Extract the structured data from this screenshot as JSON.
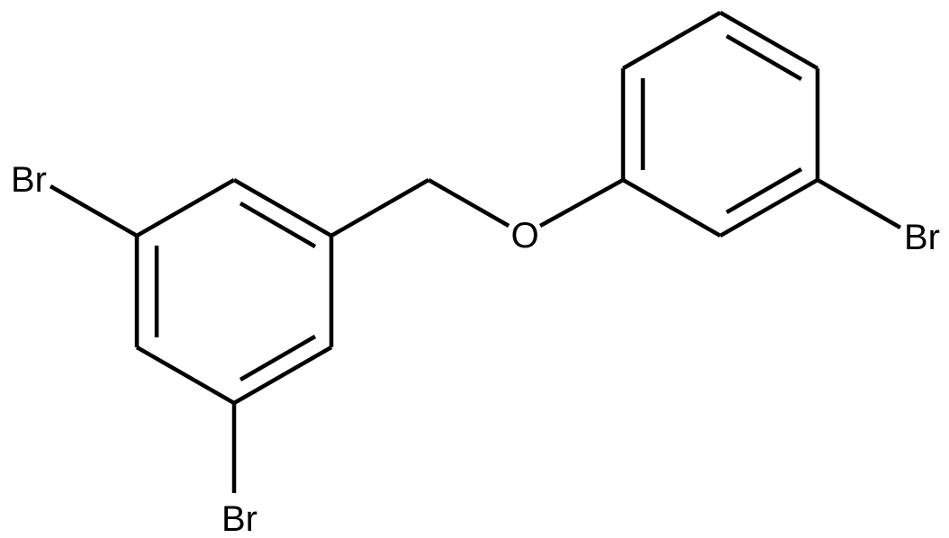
{
  "colors": {
    "background": "#ffffff",
    "bond": "#000000",
    "text": "#000000"
  },
  "atoms": {
    "br1": "Br",
    "br2": "Br",
    "br3": "Br",
    "o1": "O"
  }
}
